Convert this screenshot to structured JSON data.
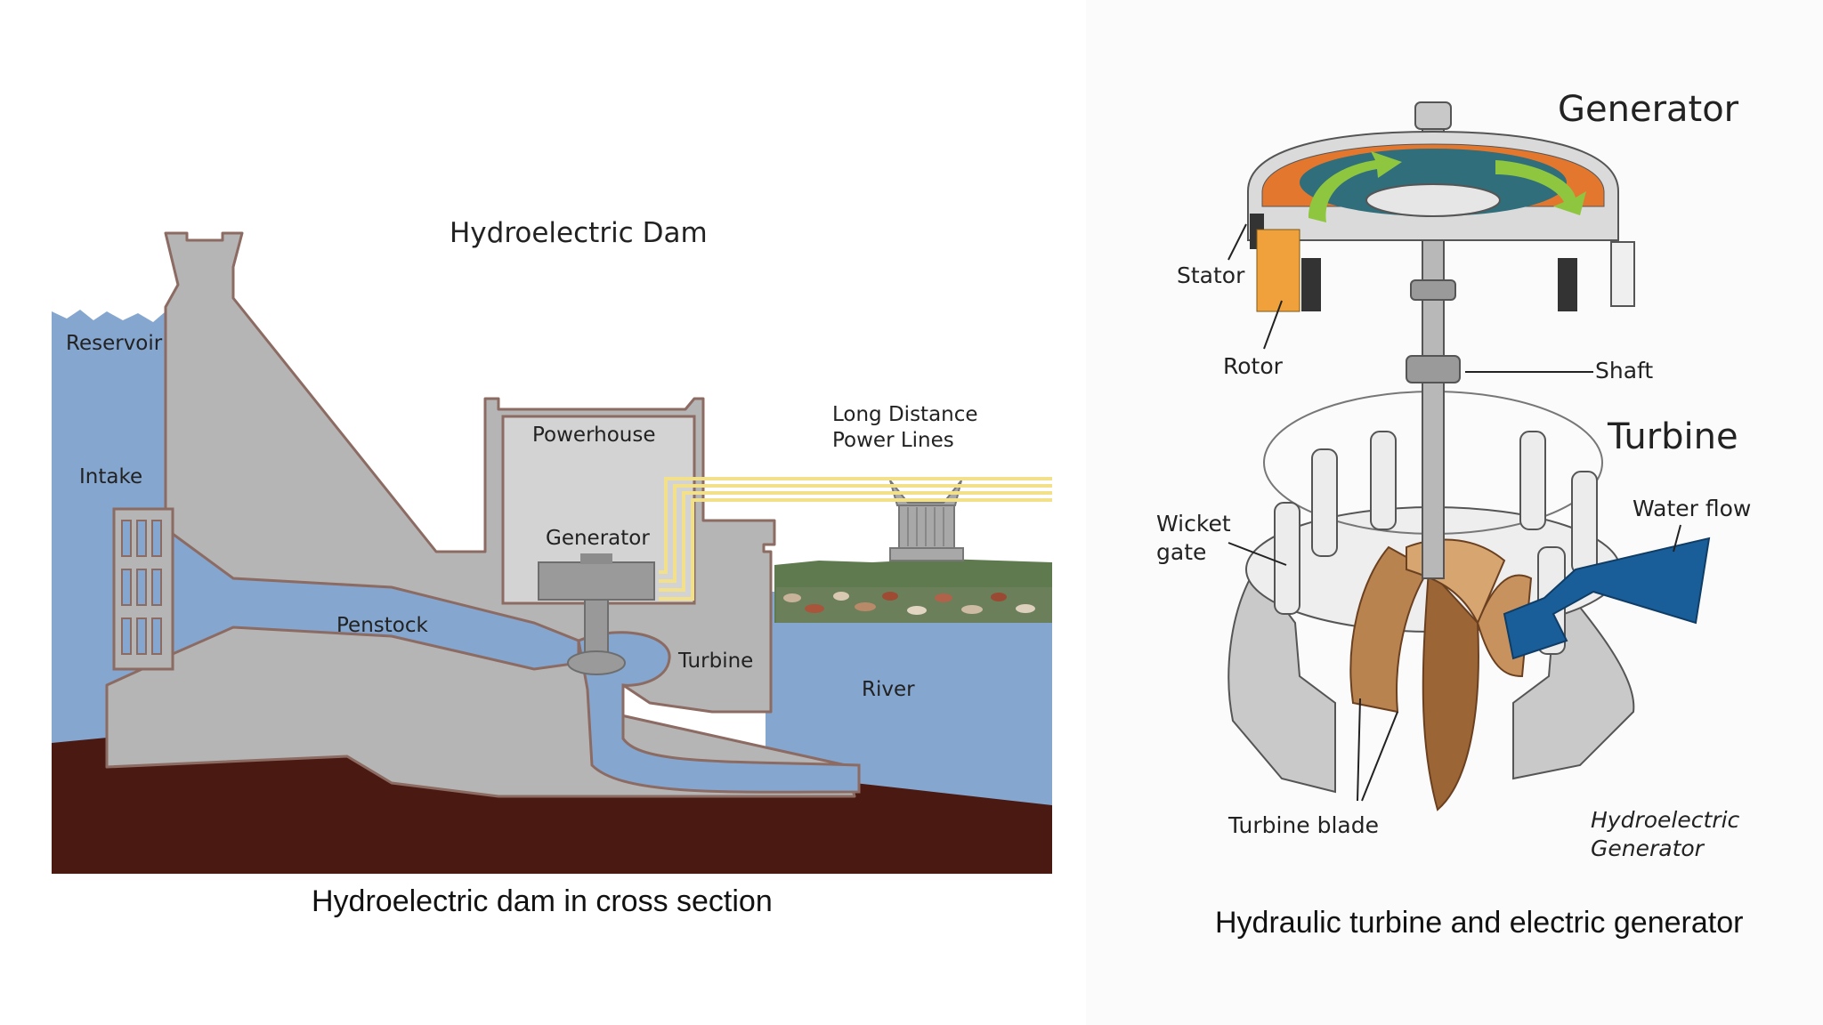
{
  "dam": {
    "title": "Hydroelectric Dam",
    "caption": "Hydroelectric dam in cross section",
    "labels": {
      "reservoir": "Reservoir",
      "intake": "Intake",
      "penstock": "Penstock",
      "powerhouse": "Powerhouse",
      "generator": "Generator",
      "turbine": "Turbine",
      "river": "River",
      "power_lines_1": "Long Distance",
      "power_lines_2": "Power Lines"
    }
  },
  "generator_diagram": {
    "caption": "Hydraulic turbine and electric generator",
    "labels": {
      "generator": "Generator",
      "stator": "Stator",
      "rotor": "Rotor",
      "shaft": "Shaft",
      "turbine": "Turbine",
      "wicket_gate_1": "Wicket",
      "wicket_gate_2": "gate",
      "water_flow": "Water flow",
      "turbine_blade": "Turbine blade",
      "footer_1": "Hydroelectric",
      "footer_2": "Generator"
    }
  },
  "colors": {
    "water": "#85a6cf",
    "concrete": "#b5b5b5",
    "concrete_edge": "#8c6b63",
    "ground": "#4a1a12",
    "grass": "#5e7a4e",
    "power_line": "#f3e08a",
    "flow_arrow": "#1a5e99",
    "blade": "#c08a55"
  }
}
